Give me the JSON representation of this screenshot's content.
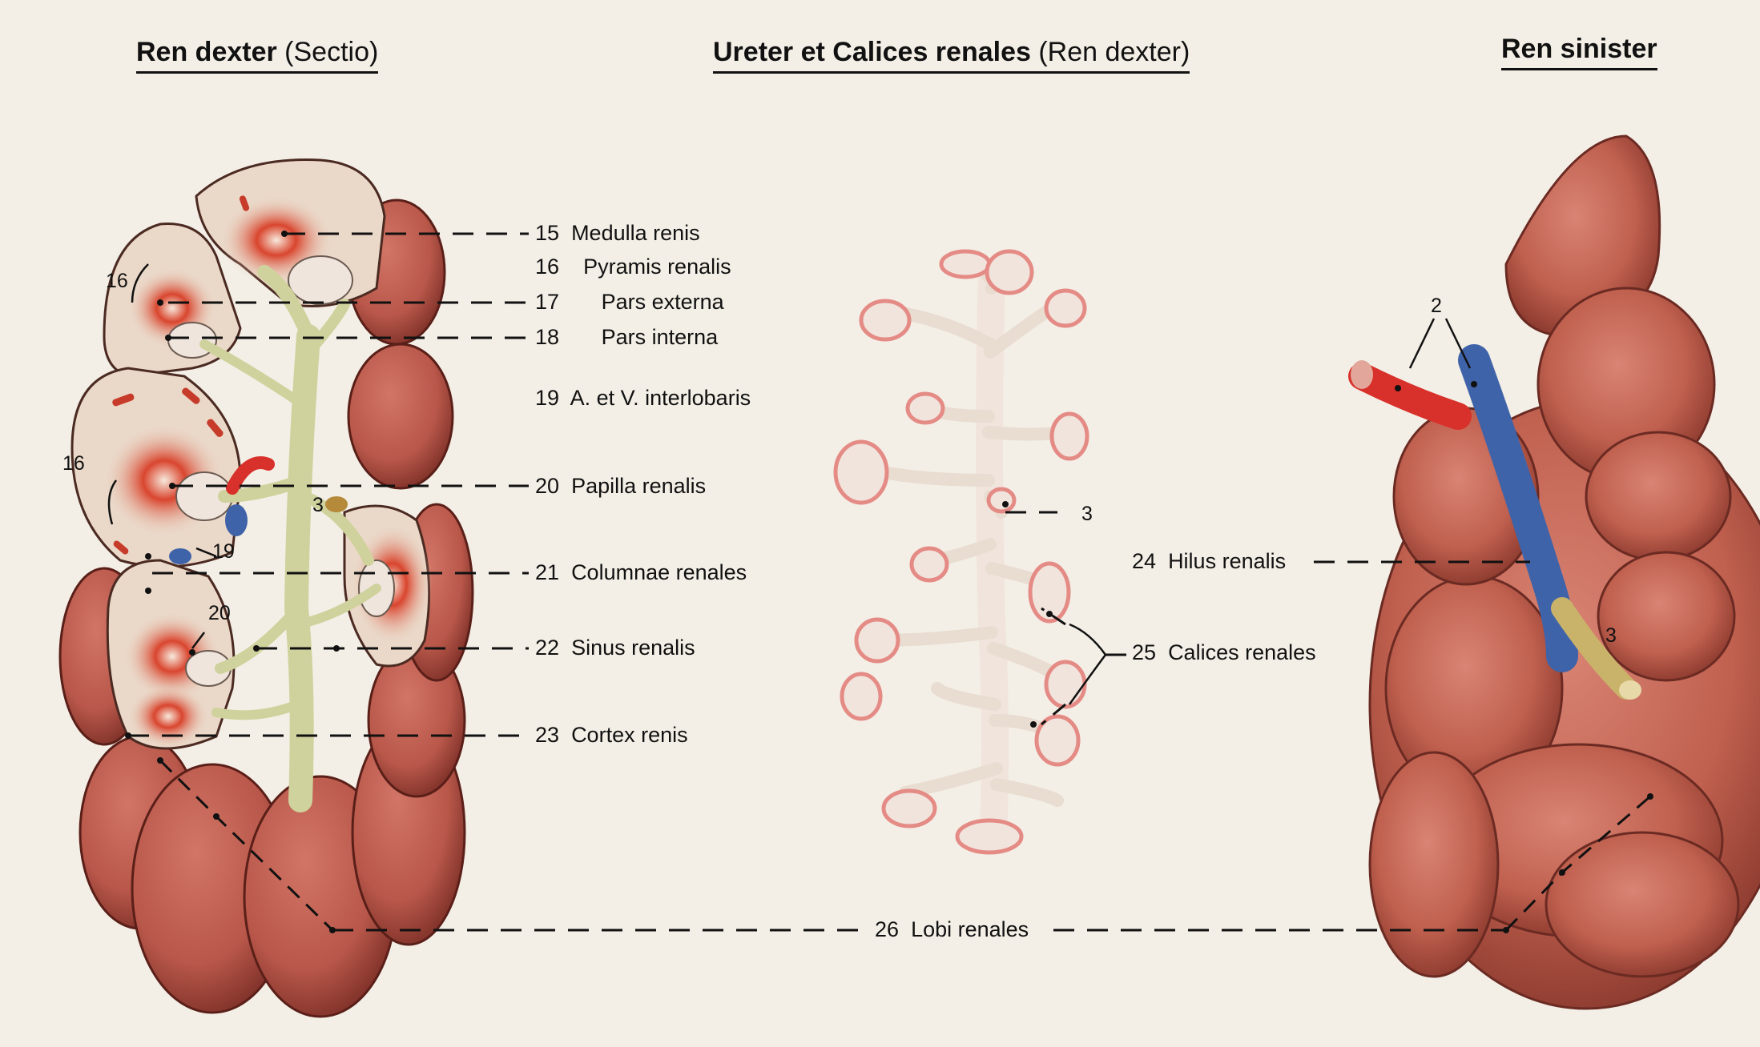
{
  "headings": {
    "left": {
      "bold": "Ren dexter",
      "normal": " (Sectio)"
    },
    "center": {
      "bold": "Ureter et Calices renales",
      "normal": " (Ren dexter)"
    },
    "right": {
      "bold": "Ren sinister",
      "normal": ""
    }
  },
  "labels": [
    {
      "num": "15",
      "text": "Medulla renis"
    },
    {
      "num": "16",
      "text": "Pyramis renalis"
    },
    {
      "num": "17",
      "text": "Pars externa"
    },
    {
      "num": "18",
      "text": "Pars interna"
    },
    {
      "num": "19",
      "text": "A. et V. interlobaris"
    },
    {
      "num": "20",
      "text": "Papilla renalis"
    },
    {
      "num": "21",
      "text": "Columnae renales"
    },
    {
      "num": "22",
      "text": "Sinus renalis"
    },
    {
      "num": "23",
      "text": "Cortex renis"
    },
    {
      "num": "24",
      "text": "Hilus renalis"
    },
    {
      "num": "25",
      "text": "Calices renales"
    },
    {
      "num": "26",
      "text": "Lobi renales"
    }
  ],
  "inline_numbers": {
    "n16a": "16",
    "n16b": "16",
    "n19": "19",
    "n20": "20",
    "n3_left": "3",
    "n3_center": "3",
    "n2_right": "2",
    "n3_right": "3"
  },
  "colors": {
    "kidney_outer": "#b8574a",
    "kidney_dark": "#7c2f27",
    "cortex_section": "#ead8c8",
    "pyramid": "#d9452e",
    "sinus": "#d8d8a2",
    "artery": "#d8302a",
    "vein": "#3f63a8",
    "calyx": "#f1e4dc",
    "calyx_rim": "#e58b86"
  }
}
